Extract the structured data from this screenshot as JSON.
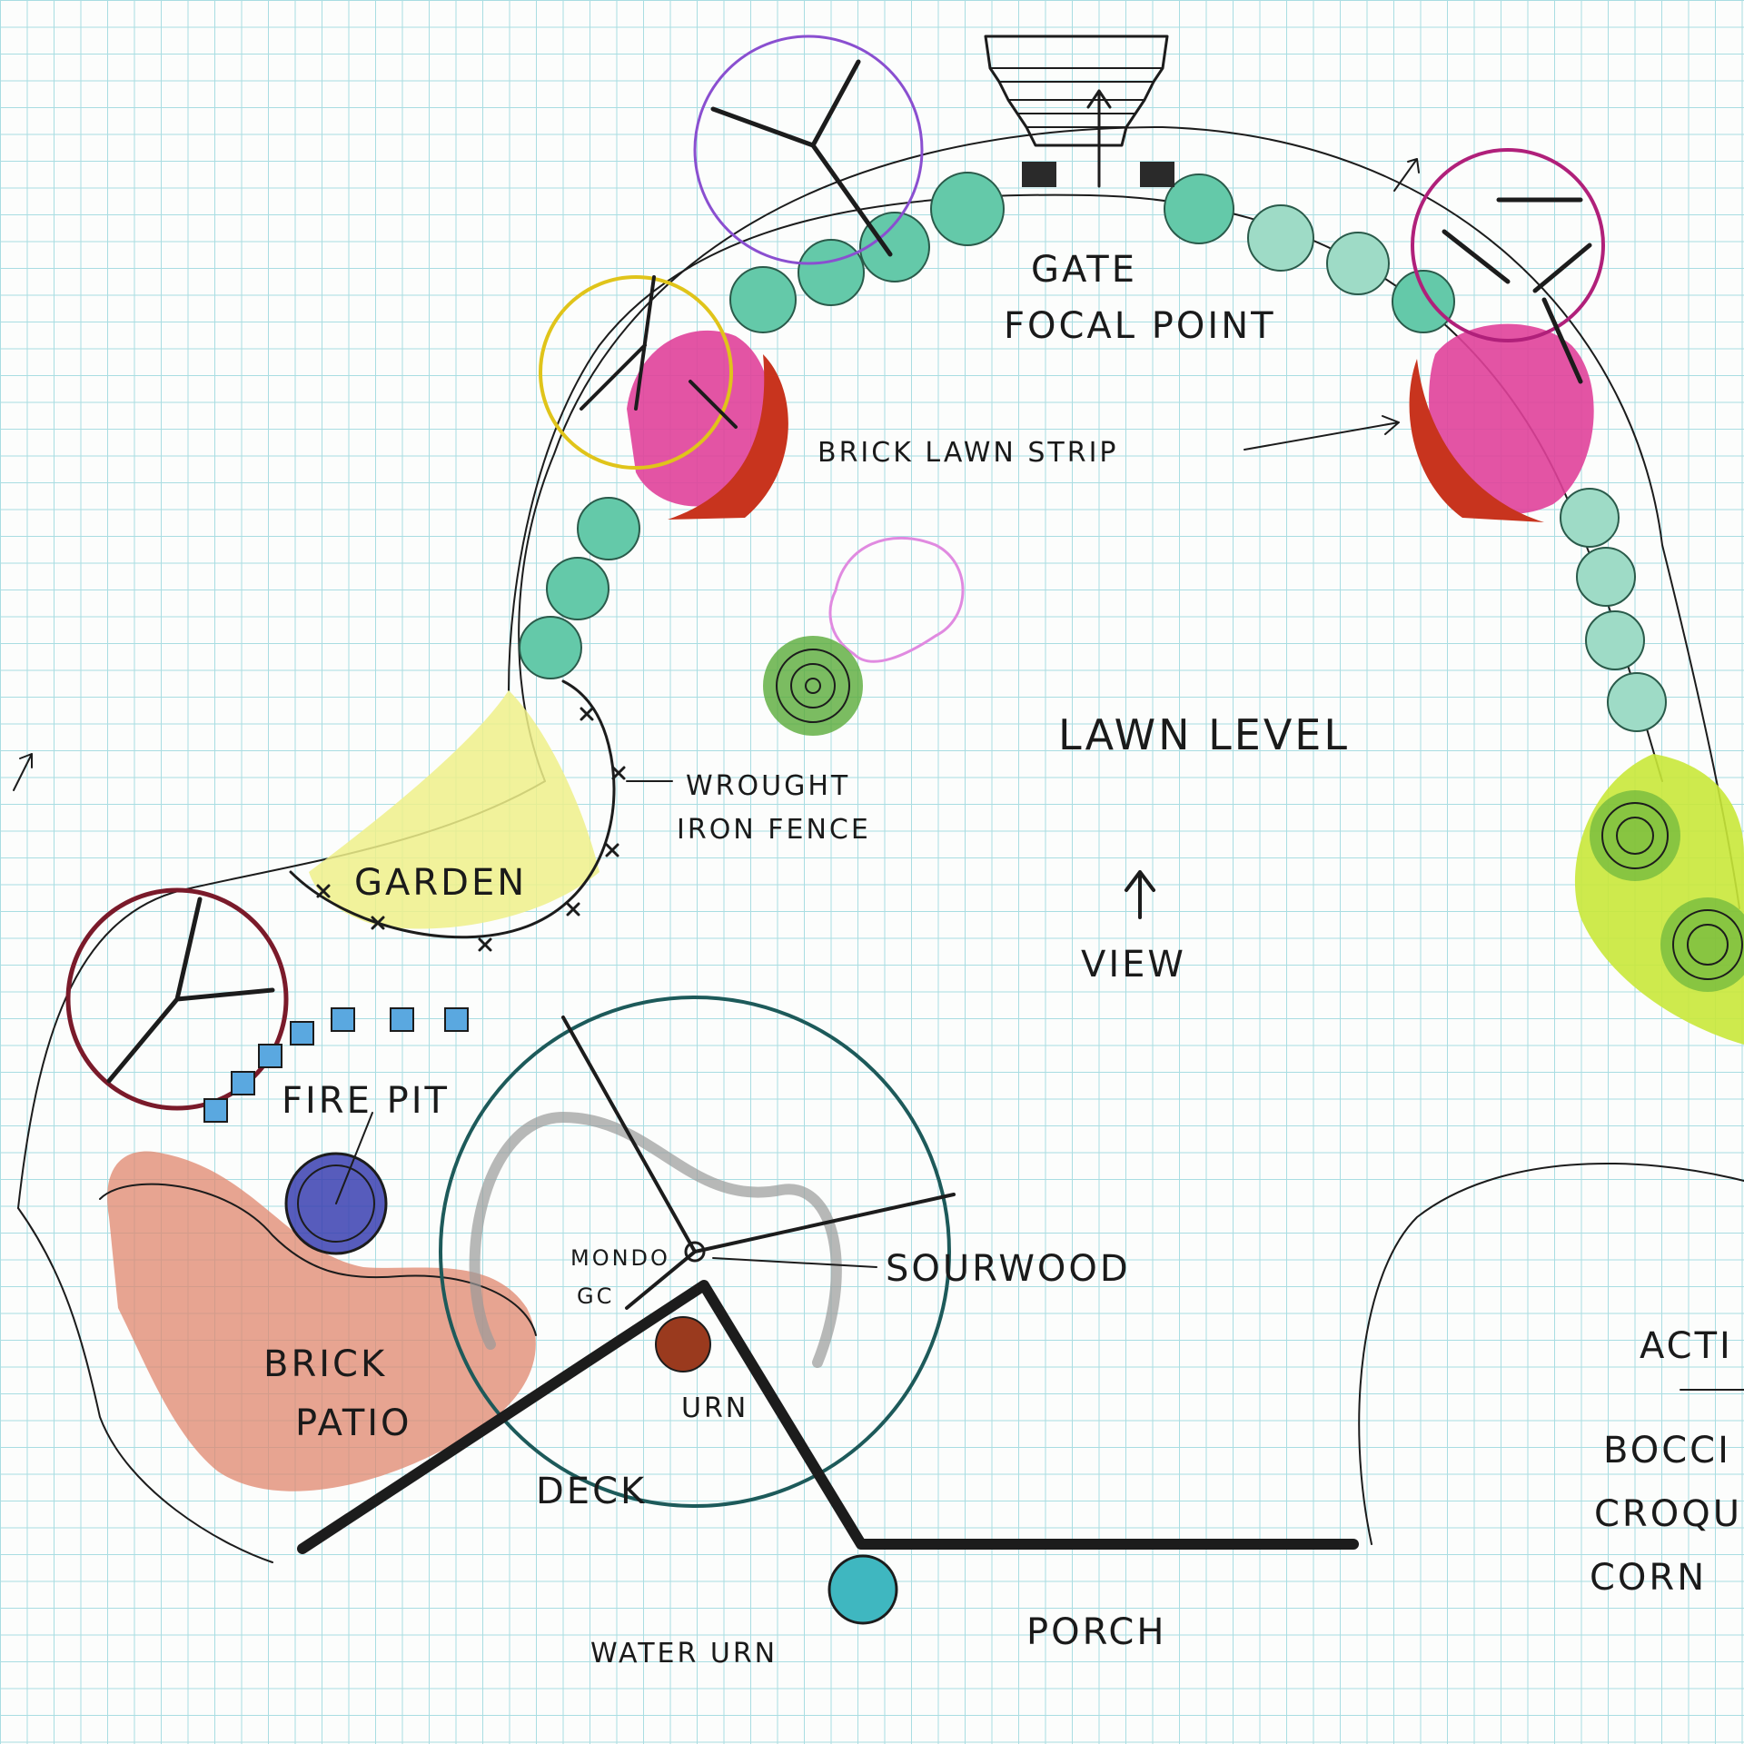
{
  "labels": {
    "gate_focal_point": "GATE\nFOCAL POINT",
    "brick_lawn_strip": "BRICK LAWN STRIP",
    "lawn_level": "LAWN LEVEL",
    "wrought_iron_fence": "WROUGHT\nIRON FENCE",
    "garden": "GARDEN",
    "view": "VIEW",
    "fire_pit": "FIRE PIT",
    "mondo_gc": "MONDO\nGC",
    "sourwood": "SOURWOOD",
    "brick_patio": "BRICK\nPATIO",
    "urn": "URN",
    "deck": "DECK",
    "water_urn": "WATER URN",
    "porch": "PORCH",
    "activities_title": "ACTI",
    "activities": [
      "BOCCI",
      "CROQUE",
      "CORN"
    ]
  },
  "colors": {
    "grid": "#a9dde2",
    "shrub_fill": "#64c9a9",
    "shrub_light": "#9edbc6",
    "pink_bed": "#e0419a",
    "brick_strip": "#c8341e",
    "patio": "#e0866d",
    "garden_yellow": "#eef08a",
    "lime_bed": "#c9e83a",
    "fire_pit": "#3a3fb0",
    "water_urn": "#3fb7c0",
    "urn": "#9a3a1e",
    "gate_stone": "#2a2a2a",
    "tree_purple": "#8a4fd0",
    "tree_yellow": "#e0c41a",
    "tree_magenta": "#b0207a",
    "tree_maroon": "#7a1a2a",
    "tree_teal": "#1d5a5a",
    "green_shrub": "#5aab3a",
    "pink_shrub": "#e08ae0",
    "blue_paver": "#2a7ad0"
  }
}
